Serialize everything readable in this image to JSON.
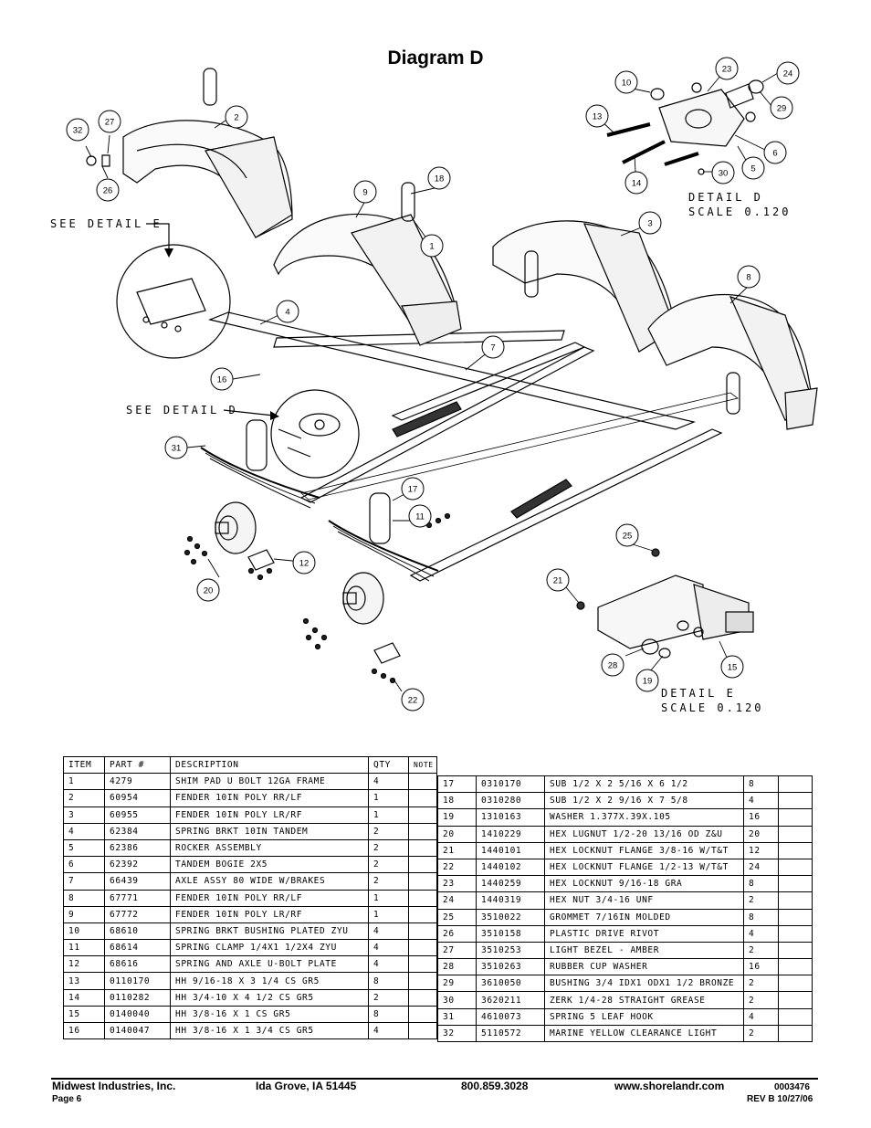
{
  "page_title": "Diagram D",
  "detail_labels": {
    "see_detail_e": "SEE DETAIL E",
    "see_detail_d": "SEE DETAIL D",
    "detail_d": "DETAIL D",
    "detail_d_scale": "SCALE 0.120",
    "detail_e": "DETAIL E",
    "detail_e_scale": "SCALE 0.120"
  },
  "callouts": [
    "1",
    "2",
    "3",
    "4",
    "5",
    "6",
    "7",
    "8",
    "9",
    "10",
    "11",
    "12",
    "13",
    "14",
    "15",
    "16",
    "17",
    "18",
    "19",
    "20",
    "21",
    "22",
    "23",
    "24",
    "25",
    "26",
    "27",
    "28",
    "29",
    "30",
    "31",
    "32"
  ],
  "table_headers": {
    "item": "ITEM",
    "part": "PART #",
    "description": "DESCRIPTION",
    "qty": "QTY",
    "note": "NOTE"
  },
  "parts_left": [
    {
      "item": "1",
      "part": "4279",
      "description": "SHIM PAD U BOLT 12GA FRAME",
      "qty": "4"
    },
    {
      "item": "2",
      "part": "60954",
      "description": "FENDER 10IN POLY RR/LF",
      "qty": "1"
    },
    {
      "item": "3",
      "part": "60955",
      "description": "FENDER 10IN POLY LR/RF",
      "qty": "1"
    },
    {
      "item": "4",
      "part": "62384",
      "description": "SPRING BRKT 10IN TANDEM",
      "qty": "2"
    },
    {
      "item": "5",
      "part": "62386",
      "description": "ROCKER ASSEMBLY",
      "qty": "2"
    },
    {
      "item": "6",
      "part": "62392",
      "description": "TANDEM BOGIE 2X5",
      "qty": "2"
    },
    {
      "item": "7",
      "part": "66439",
      "description": "AXLE ASSY 80 WIDE W/BRAKES",
      "qty": "2"
    },
    {
      "item": "8",
      "part": "67771",
      "description": "FENDER 10IN POLY RR/LF",
      "qty": "1"
    },
    {
      "item": "9",
      "part": "67772",
      "description": "FENDER 10IN POLY LR/RF",
      "qty": "1"
    },
    {
      "item": "10",
      "part": "68610",
      "description": "SPRING BRKT BUSHING PLATED ZYU",
      "qty": "4"
    },
    {
      "item": "11",
      "part": "68614",
      "description": "SPRING CLAMP 1/4X1 1/2X4 ZYU",
      "qty": "4"
    },
    {
      "item": "12",
      "part": "68616",
      "description": "SPRING AND AXLE U-BOLT PLATE",
      "qty": "4"
    },
    {
      "item": "13",
      "part": "0110170",
      "description": "HH 9/16-18 X 3 1/4 CS GR5",
      "qty": "8"
    },
    {
      "item": "14",
      "part": "0110282",
      "description": "HH 3/4-10 X 4 1/2 CS GR5",
      "qty": "2"
    },
    {
      "item": "15",
      "part": "0140040",
      "description": "HH 3/8-16 X 1 CS GR5",
      "qty": "8"
    },
    {
      "item": "16",
      "part": "0140047",
      "description": "HH 3/8-16 X 1 3/4 CS GR5",
      "qty": "4"
    }
  ],
  "parts_right": [
    {
      "item": "17",
      "part": "0310170",
      "description": "SUB 1/2 X 2 5/16 X 6 1/2",
      "qty": "8"
    },
    {
      "item": "18",
      "part": "0310280",
      "description": "SUB 1/2 X 2 9/16 X 7 5/8",
      "qty": "4"
    },
    {
      "item": "19",
      "part": "1310163",
      "description": "WASHER 1.377X.39X.105",
      "qty": "16"
    },
    {
      "item": "20",
      "part": "1410229",
      "description": "HEX LUGNUT 1/2-20 13/16 OD Z&U",
      "qty": "20"
    },
    {
      "item": "21",
      "part": "1440101",
      "description": "HEX LOCKNUT FLANGE 3/8-16 W/T&T",
      "qty": "12"
    },
    {
      "item": "22",
      "part": "1440102",
      "description": "HEX LOCKNUT FLANGE 1/2-13 W/T&T",
      "qty": "24"
    },
    {
      "item": "23",
      "part": "1440259",
      "description": "HEX LOCKNUT 9/16-18 GRA",
      "qty": "8"
    },
    {
      "item": "24",
      "part": "1440319",
      "description": "HEX NUT 3/4-16 UNF",
      "qty": "2"
    },
    {
      "item": "25",
      "part": "3510022",
      "description": "GROMMET 7/16IN MOLDED",
      "qty": "8"
    },
    {
      "item": "26",
      "part": "3510158",
      "description": "PLASTIC DRIVE RIVOT",
      "qty": "4"
    },
    {
      "item": "27",
      "part": "3510253",
      "description": "LIGHT BEZEL - AMBER",
      "qty": "2"
    },
    {
      "item": "28",
      "part": "3510263",
      "description": "RUBBER CUP WASHER",
      "qty": "16"
    },
    {
      "item": "29",
      "part": "3610050",
      "description": "BUSHING 3/4 IDX1 ODX1 1/2 BRONZE",
      "qty": "2"
    },
    {
      "item": "30",
      "part": "3620211",
      "description": "ZERK 1/4-28 STRAIGHT GREASE",
      "qty": "2"
    },
    {
      "item": "31",
      "part": "4610073",
      "description": "SPRING 5 LEAF HOOK",
      "qty": "4"
    },
    {
      "item": "32",
      "part": "5110572",
      "description": "MARINE YELLOW CLEARANCE LIGHT",
      "qty": "2"
    }
  ],
  "footer": {
    "company": "Midwest Industries, Inc.",
    "page": "Page 6",
    "city": "Ida Grove, IA 51445",
    "phone": "800.859.3028",
    "website": "www.shorelandr.com",
    "doc_number": "0003476",
    "revision": "REV B 10/27/06"
  }
}
